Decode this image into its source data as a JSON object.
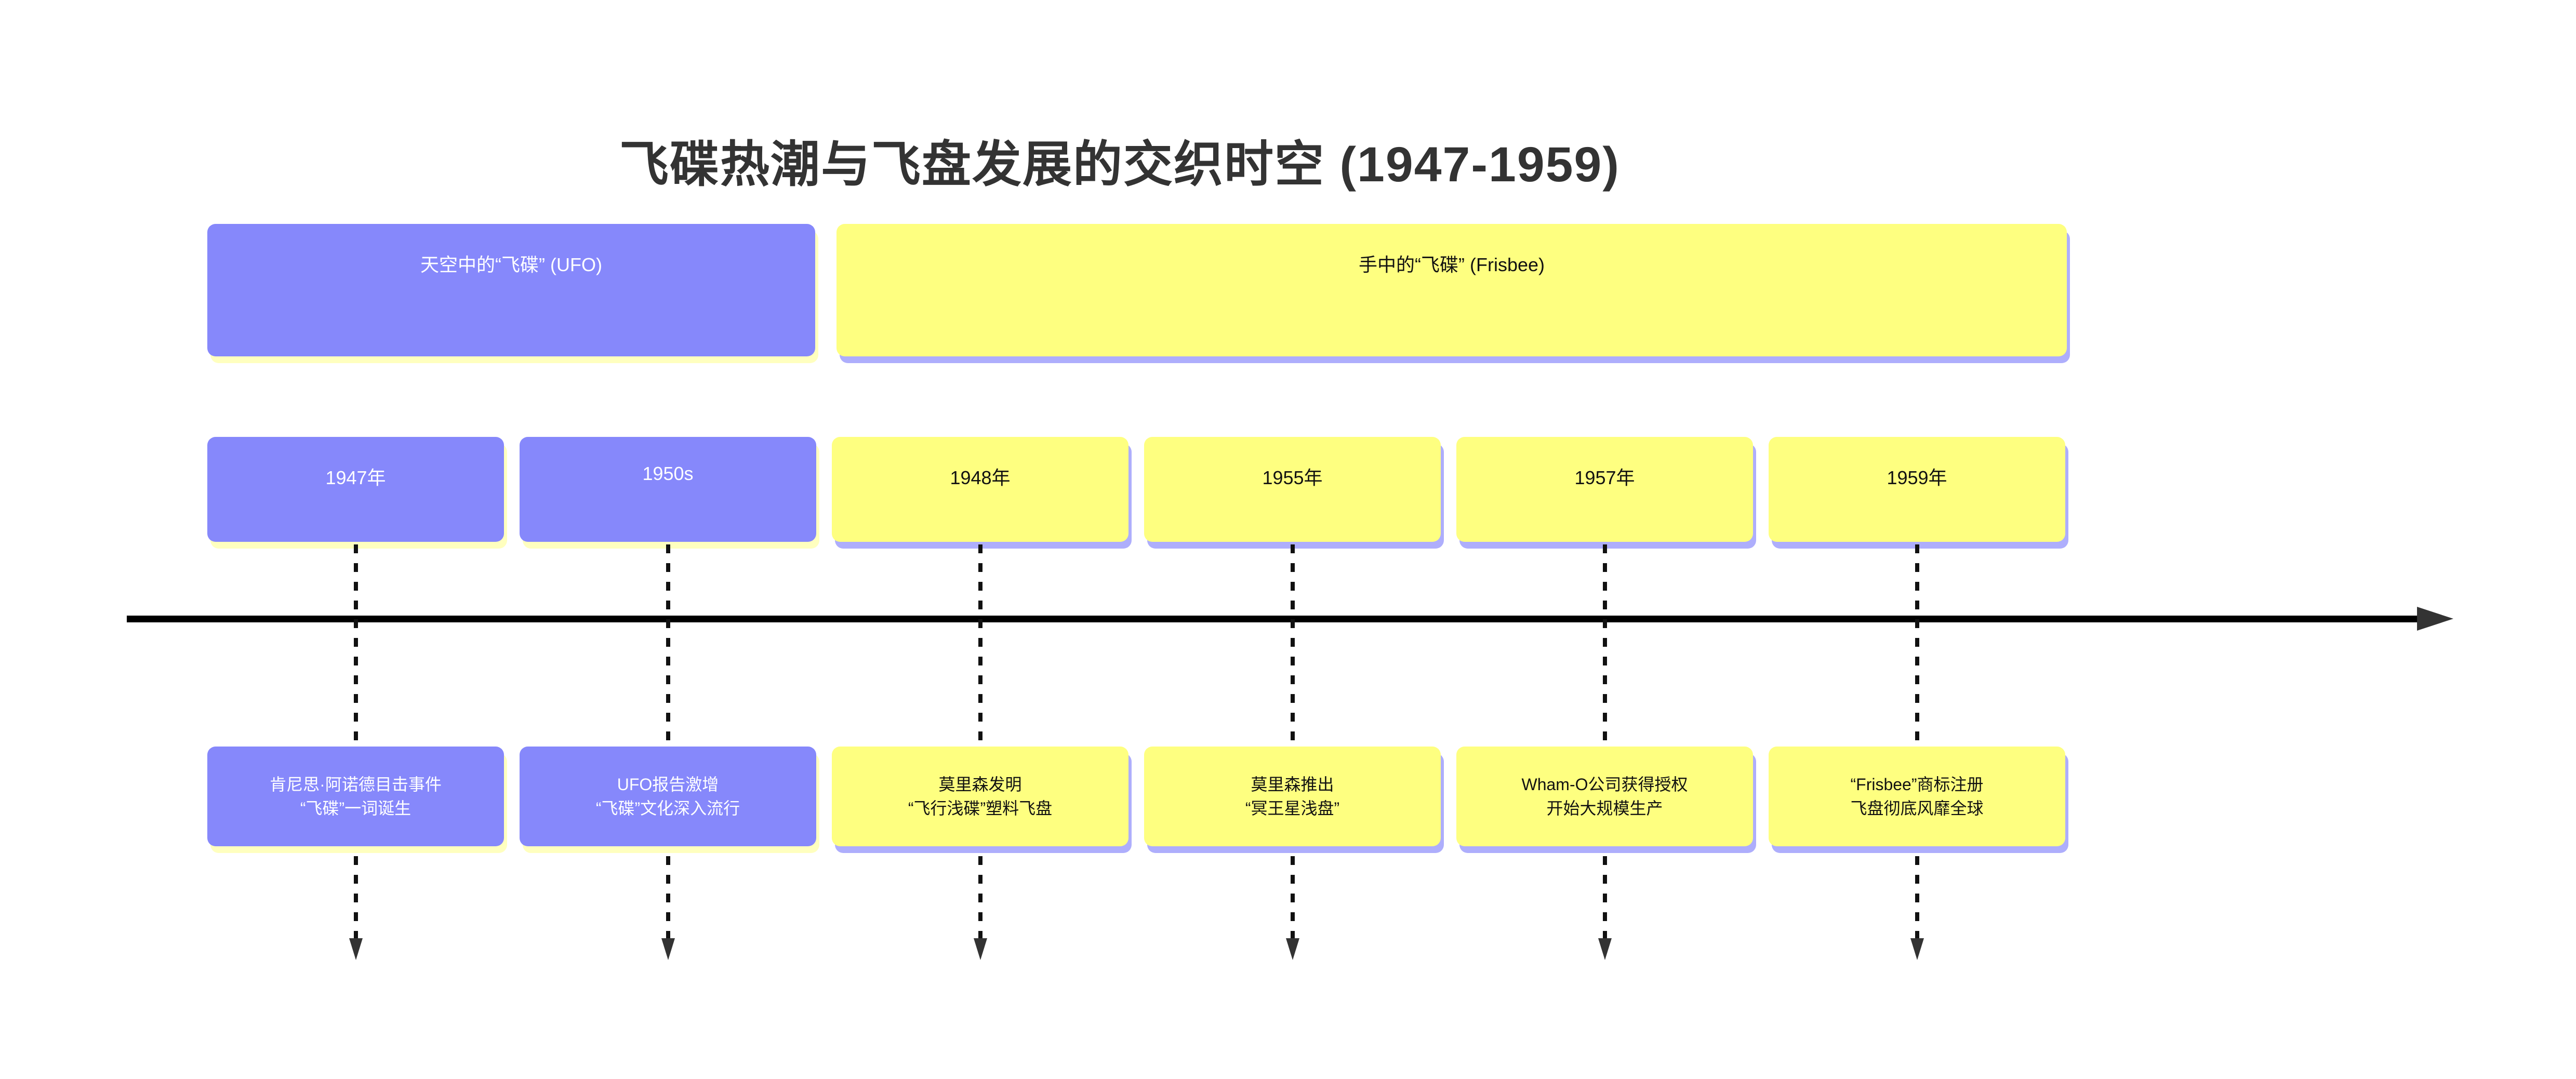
{
  "title": "飞碟热潮与飞盘发展的交织时空 (1947-1959)",
  "sections": [
    {
      "label": "天空中的“飞碟” (UFO)"
    },
    {
      "label": "手中的“飞碟” (Frisbee)"
    }
  ],
  "events": [
    {
      "year": "1947年",
      "line1": "肯尼思·阿诺德目击事件",
      "line2": "“飞碟”一词诞生"
    },
    {
      "year": "1950s",
      "line1": "UFO报告激增",
      "line2": "“飞碟”文化深入流行"
    },
    {
      "year": "1948年",
      "line1": "莫里森发明",
      "line2": "“飞行浅碟”塑料飞盘"
    },
    {
      "year": "1955年",
      "line1": "莫里森推出",
      "line2": "“冥王星浅盘”"
    },
    {
      "year": "1957年",
      "line1": "Wham-O公司获得授权",
      "line2": "开始大规模生产"
    },
    {
      "year": "1959年",
      "line1": "“Frisbee”商标注册",
      "line2": "飞盘彻底风靡全球"
    }
  ],
  "colors": {
    "ufo_fill": "#8688fb",
    "ufo_text": "#ffffff",
    "ufo_shadow": "#ffffbf",
    "frisbee_fill": "#feff80",
    "frisbee_text": "#111111",
    "frisbee_shadow": "#aeaefc",
    "axis": "#000000",
    "arrowhead": "#333333",
    "title_text": "#333333"
  }
}
